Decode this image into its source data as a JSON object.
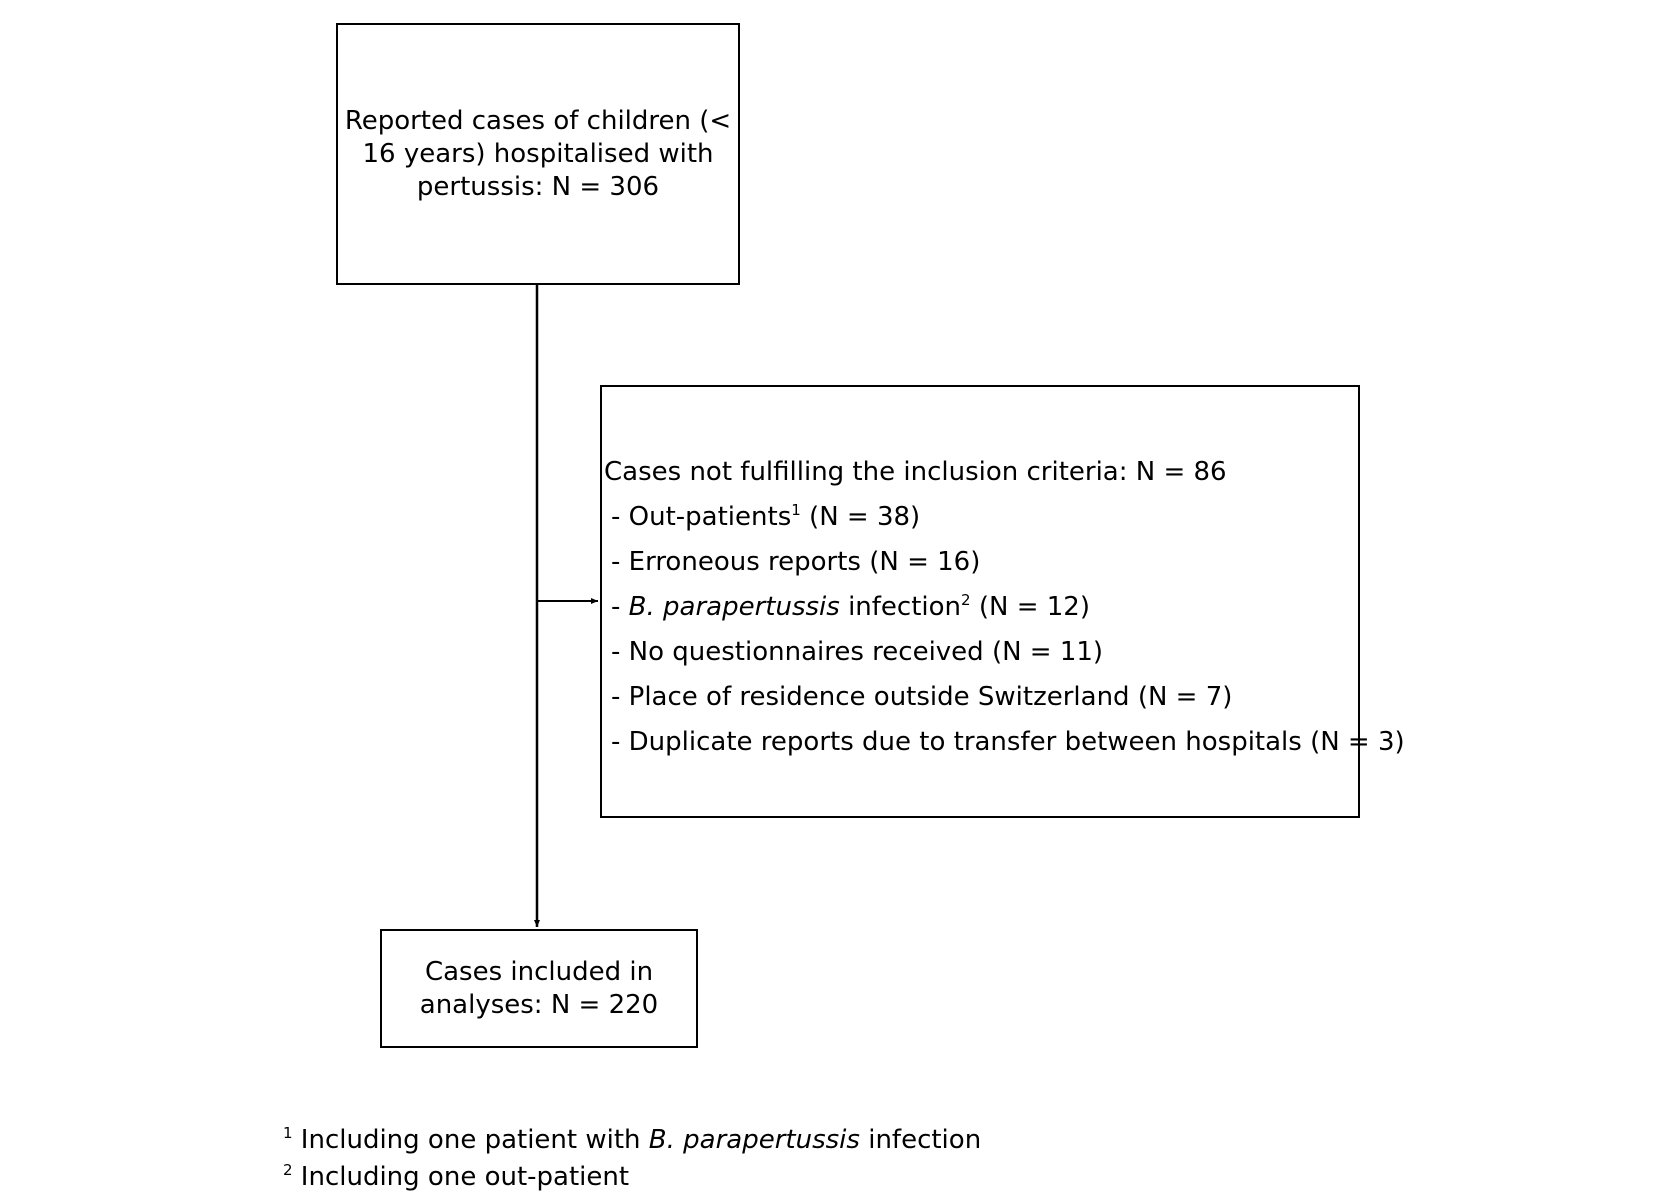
{
  "boxes": {
    "reported": {
      "text": "Reported cases of children (< 16 years) hospitalised with pertussis: N = 306"
    },
    "excluded": {
      "title": "Cases not fulfilling the inclusion criteria: N = 86",
      "items": [
        {
          "prefix": "- ",
          "italic": "",
          "text": "Out-patients",
          "sup": "1",
          "suffix": " (N = 38)"
        },
        {
          "prefix": "- ",
          "italic": "",
          "text": "Erroneous reports (N = 16)",
          "sup": "",
          "suffix": ""
        },
        {
          "prefix": "- ",
          "italic": "B. parapertussis",
          "text": " infection",
          "sup": "2",
          "suffix": " (N = 12)"
        },
        {
          "prefix": "- ",
          "italic": "",
          "text": "No questionnaires received (N = 11)",
          "sup": "",
          "suffix": ""
        },
        {
          "prefix": "- ",
          "italic": "",
          "text": "Place of residence outside Switzerland (N = 7)",
          "sup": "",
          "suffix": ""
        },
        {
          "prefix": "- ",
          "italic": "",
          "text": "Duplicate reports due to transfer between hospitals (N = 3)",
          "sup": "",
          "suffix": ""
        }
      ]
    },
    "included": {
      "text": "Cases included in analyses: N = 220"
    }
  },
  "footnotes": [
    {
      "marker": "1",
      "text_before": " Including one patient with ",
      "italic": "B. parapertussis",
      "text_after": " infection"
    },
    {
      "marker": "2",
      "text_before": " Including one out-patient",
      "italic": "",
      "text_after": ""
    }
  ]
}
